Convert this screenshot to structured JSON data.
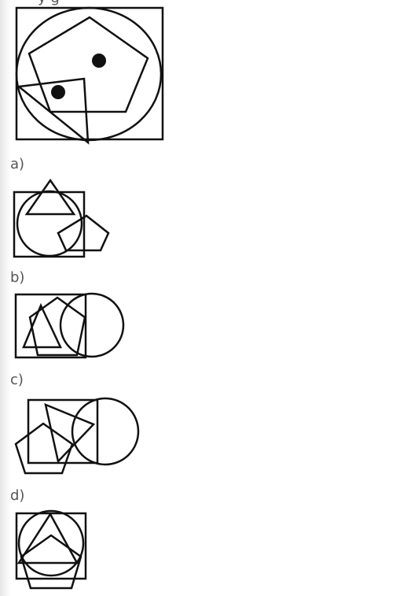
{
  "question": {
    "text_fragment": "y g"
  },
  "options": [
    {
      "label": "a)"
    },
    {
      "label": "b)"
    },
    {
      "label": "c)"
    },
    {
      "label": "d)"
    }
  ],
  "colors": {
    "stroke": "#111111",
    "label_text": "#555555",
    "background": "#ffffff"
  }
}
